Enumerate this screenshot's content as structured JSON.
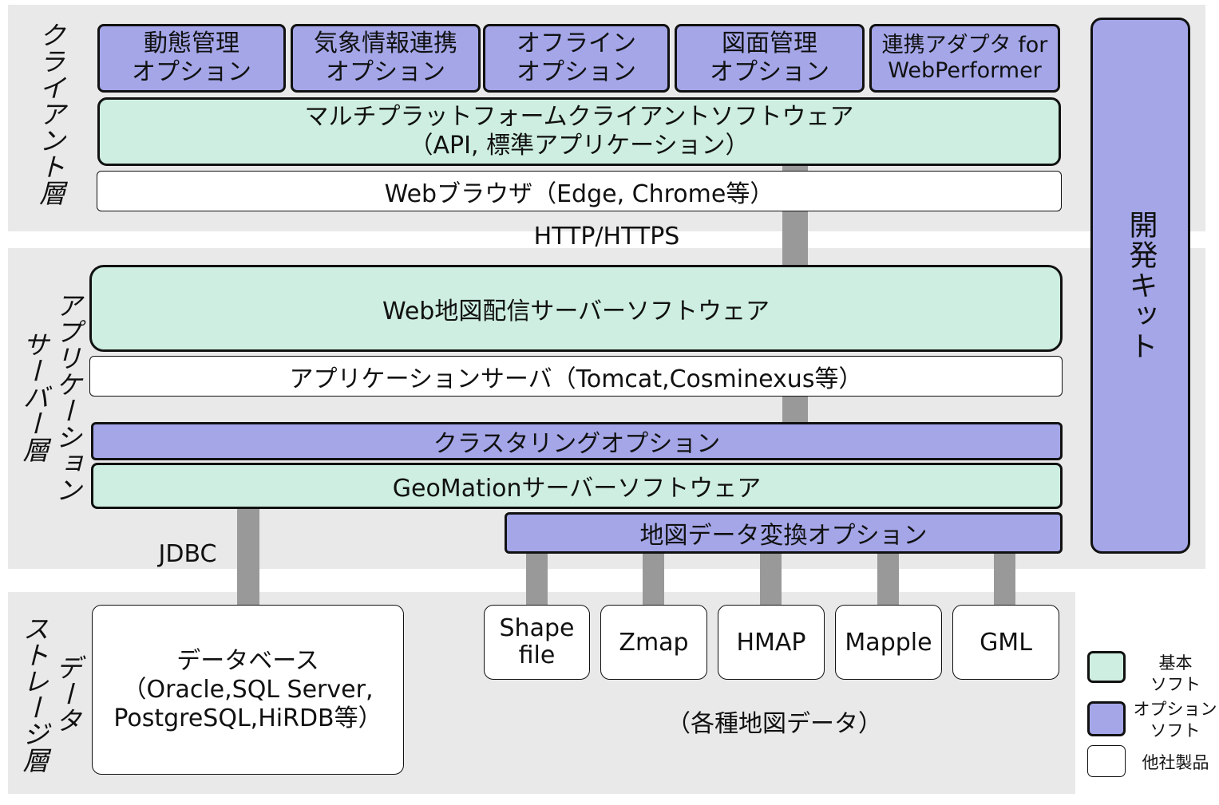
{
  "layers": {
    "client": "クライアント層",
    "app": "アプリケーション\nサーバー層",
    "storage": "データ\nストレージ層"
  },
  "client": {
    "options": [
      "動態管理\nオプション",
      "気象情報連携\nオプション",
      "オフライン\nオプション",
      "図面管理\nオプション",
      "連携アダプタ for\nWebPerformer"
    ],
    "multiplatform": "マルチプラットフォームクライアントソフトウェア\n（API, 標準アプリケーション）",
    "browser": "Webブラウザ（Edge, Chrome等）"
  },
  "protocols": {
    "http": "HTTP/HTTPS",
    "jdbc": "JDBC"
  },
  "app": {
    "web_map_server": "Web地図配信サーバーソフトウェア",
    "app_server": "アプリケーションサーバ（Tomcat,Cosminexus等）",
    "clustering": "クラスタリングオプション",
    "geomation": "GeoMationサーバーソフトウェア",
    "conversion": "地図データ変換オプション"
  },
  "devkit": "開発キット",
  "storage": {
    "database": "データベース\n（Oracle,SQL Server,\nPostgreSQL,HiRDB等）",
    "formats": [
      "Shape\nfile",
      "Zmap",
      "HMAP",
      "Mapple",
      "GML"
    ],
    "formats_caption": "（各種地図データ）"
  },
  "legend": {
    "basic": "基本\nソフト",
    "option": "オプション\nソフト",
    "other": "他社製品"
  },
  "colors": {
    "option": "#a4a6e8",
    "basic": "#cdeee0",
    "other": "#ffffff",
    "band": "#e9e9e9",
    "connector": "#999999"
  }
}
